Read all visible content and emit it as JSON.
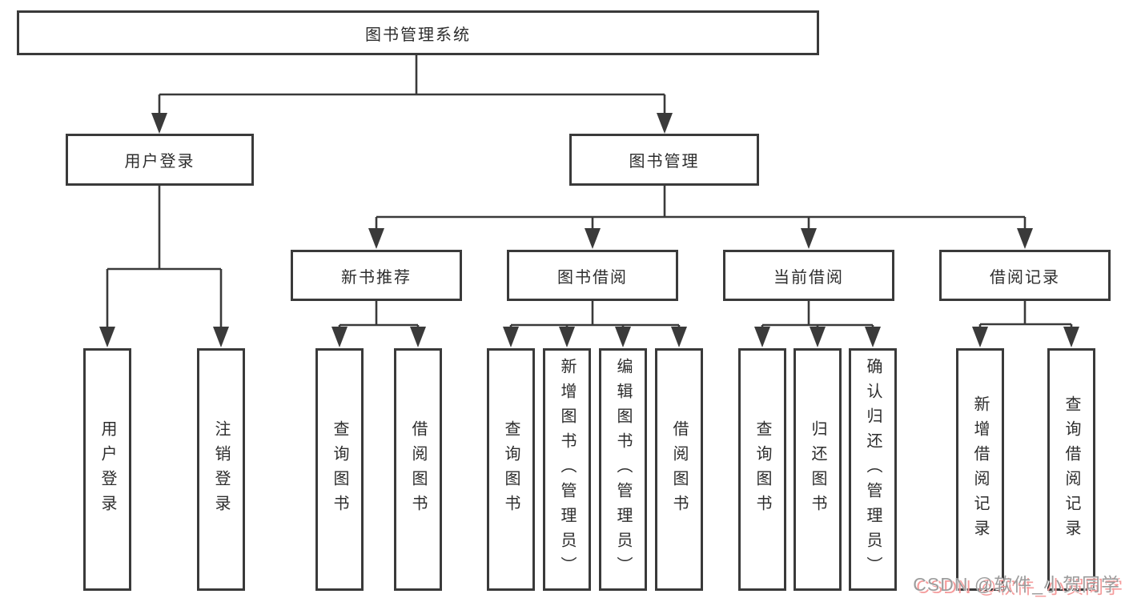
{
  "diagram": {
    "root": {
      "label": "图书管理系统",
      "children": [
        {
          "label": "用户登录",
          "children": [
            {
              "label": "用户登录"
            },
            {
              "label": "注销登录"
            }
          ]
        },
        {
          "label": "图书管理",
          "children": [
            {
              "label": "新书推荐",
              "children": [
                {
                  "label": "查询图书"
                },
                {
                  "label": "借阅图书"
                }
              ]
            },
            {
              "label": "图书借阅",
              "children": [
                {
                  "label": "查询图书"
                },
                {
                  "label": "新增图书（管理员）"
                },
                {
                  "label": "编辑图书（管理员）"
                },
                {
                  "label": "借阅图书"
                }
              ]
            },
            {
              "label": "当前借阅",
              "children": [
                {
                  "label": "查询图书"
                },
                {
                  "label": "归还图书"
                },
                {
                  "label": "确认归还（管理员）"
                }
              ]
            },
            {
              "label": "借阅记录",
              "children": [
                {
                  "label": "新增借阅记录"
                },
                {
                  "label": "查询借阅记录"
                }
              ]
            }
          ]
        }
      ]
    }
  },
  "watermark": {
    "text": "CSDN @软件_小贺同学"
  },
  "colors": {
    "line": "#3a3a3a",
    "text": "#2d2d2d",
    "node-bg": "#ffffff",
    "canvas-bg": "#ffffff",
    "wm-color": "#9c9c9c",
    "wm-highlight": "#ffffff",
    "wm-shadow": "#f59b9b"
  }
}
